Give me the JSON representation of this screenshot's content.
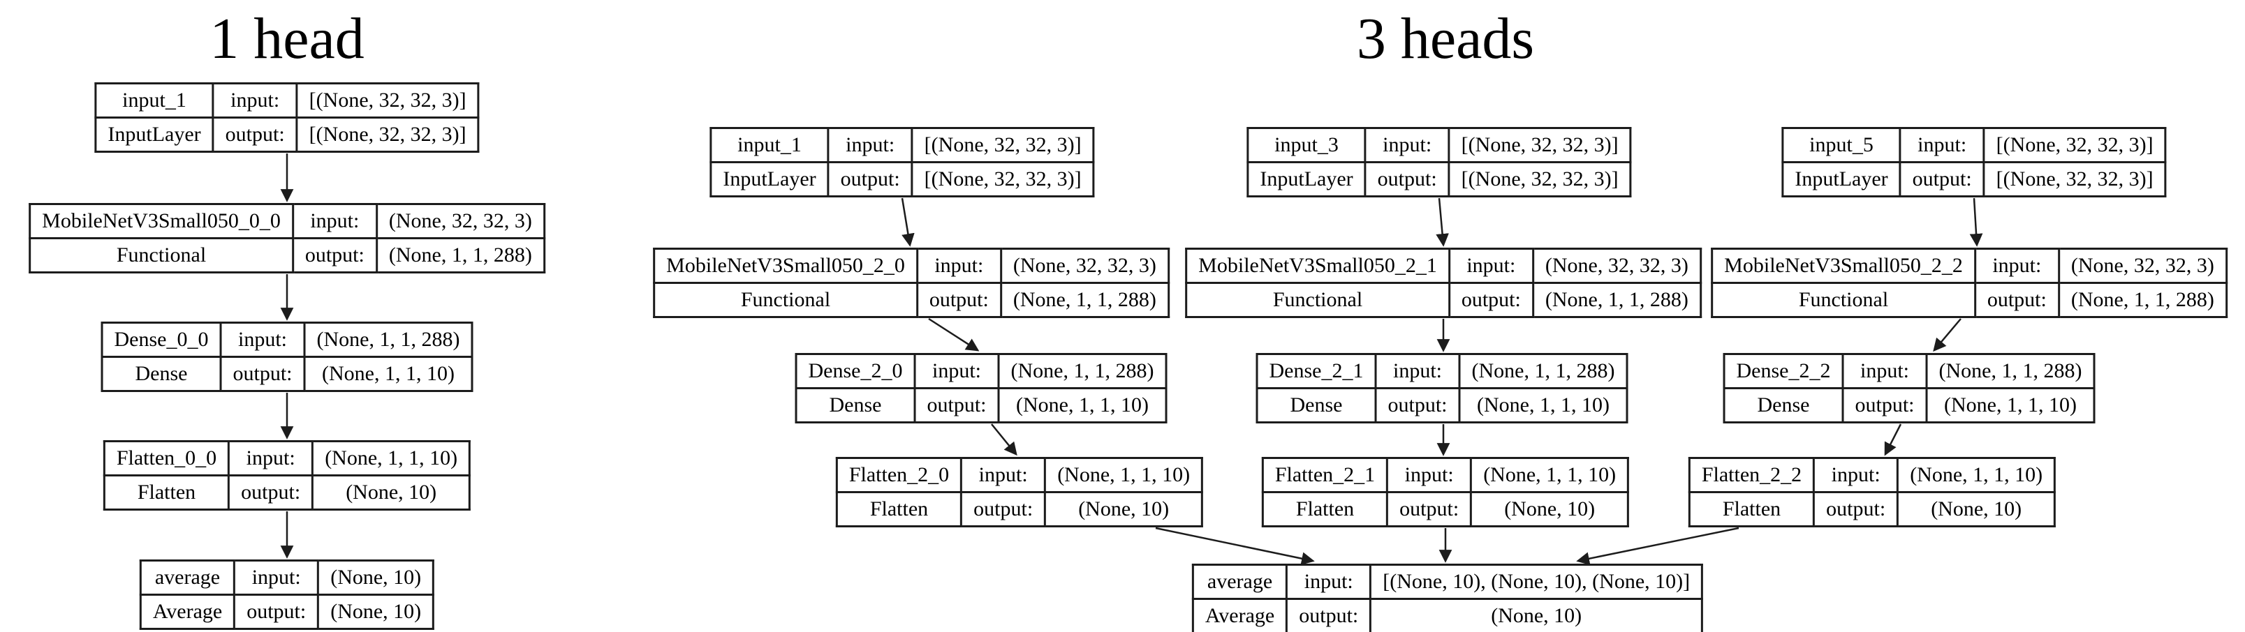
{
  "colors": {
    "background": "#ffffff",
    "border": "#1c1c1c",
    "text": "#000000"
  },
  "labels": {
    "input": "input:",
    "output": "output:"
  },
  "one_head": {
    "title": "1 head",
    "nodes": {
      "input": {
        "name": "input_1",
        "type": "InputLayer",
        "in": "[(None, 32, 32, 3)]",
        "out": "[(None, 32, 32, 3)]"
      },
      "backbone": {
        "name": "MobileNetV3Small050_0_0",
        "type": "Functional",
        "in": "(None, 32, 32, 3)",
        "out": "(None, 1, 1, 288)"
      },
      "dense": {
        "name": "Dense_0_0",
        "type": "Dense",
        "in": "(None, 1, 1, 288)",
        "out": "(None, 1, 1, 10)"
      },
      "flatten": {
        "name": "Flatten_0_0",
        "type": "Flatten",
        "in": "(None, 1, 1, 10)",
        "out": "(None, 10)"
      },
      "average": {
        "name": "average",
        "type": "Average",
        "in": "(None, 10)",
        "out": "(None, 10)"
      }
    },
    "edges": [
      [
        "input_1",
        "MobileNetV3Small050_0_0"
      ],
      [
        "MobileNetV3Small050_0_0",
        "Dense_0_0"
      ],
      [
        "Dense_0_0",
        "Flatten_0_0"
      ],
      [
        "Flatten_0_0",
        "average"
      ]
    ]
  },
  "three_heads": {
    "title": "3 heads",
    "heads": [
      {
        "input": {
          "name": "input_1",
          "type": "InputLayer",
          "in": "[(None, 32, 32, 3)]",
          "out": "[(None, 32, 32, 3)]"
        },
        "backbone": {
          "name": "MobileNetV3Small050_2_0",
          "type": "Functional",
          "in": "(None, 32, 32, 3)",
          "out": "(None, 1, 1, 288)"
        },
        "dense": {
          "name": "Dense_2_0",
          "type": "Dense",
          "in": "(None, 1, 1, 288)",
          "out": "(None, 1, 1, 10)"
        },
        "flatten": {
          "name": "Flatten_2_0",
          "type": "Flatten",
          "in": "(None, 1, 1, 10)",
          "out": "(None, 10)"
        }
      },
      {
        "input": {
          "name": "input_3",
          "type": "InputLayer",
          "in": "[(None, 32, 32, 3)]",
          "out": "[(None, 32, 32, 3)]"
        },
        "backbone": {
          "name": "MobileNetV3Small050_2_1",
          "type": "Functional",
          "in": "(None, 32, 32, 3)",
          "out": "(None, 1, 1, 288)"
        },
        "dense": {
          "name": "Dense_2_1",
          "type": "Dense",
          "in": "(None, 1, 1, 288)",
          "out": "(None, 1, 1, 10)"
        },
        "flatten": {
          "name": "Flatten_2_1",
          "type": "Flatten",
          "in": "(None, 1, 1, 10)",
          "out": "(None, 10)"
        }
      },
      {
        "input": {
          "name": "input_5",
          "type": "InputLayer",
          "in": "[(None, 32, 32, 3)]",
          "out": "[(None, 32, 32, 3)]"
        },
        "backbone": {
          "name": "MobileNetV3Small050_2_2",
          "type": "Functional",
          "in": "(None, 32, 32, 3)",
          "out": "(None, 1, 1, 288)"
        },
        "dense": {
          "name": "Dense_2_2",
          "type": "Dense",
          "in": "(None, 1, 1, 288)",
          "out": "(None, 1, 1, 10)"
        },
        "flatten": {
          "name": "Flatten_2_2",
          "type": "Flatten",
          "in": "(None, 1, 1, 10)",
          "out": "(None, 10)"
        }
      }
    ],
    "average": {
      "name": "average",
      "type": "Average",
      "in": "[(None, 10), (None, 10), (None, 10)]",
      "out": "(None, 10)"
    },
    "edges": [
      [
        "input_1",
        "MobileNetV3Small050_2_0"
      ],
      [
        "MobileNetV3Small050_2_0",
        "Dense_2_0"
      ],
      [
        "Dense_2_0",
        "Flatten_2_0"
      ],
      [
        "Flatten_2_0",
        "average"
      ],
      [
        "input_3",
        "MobileNetV3Small050_2_1"
      ],
      [
        "MobileNetV3Small050_2_1",
        "Dense_2_1"
      ],
      [
        "Dense_2_1",
        "Flatten_2_1"
      ],
      [
        "Flatten_2_1",
        "average"
      ],
      [
        "input_5",
        "MobileNetV3Small050_2_2"
      ],
      [
        "MobileNetV3Small050_2_2",
        "Dense_2_2"
      ],
      [
        "Dense_2_2",
        "Flatten_2_2"
      ],
      [
        "Flatten_2_2",
        "average"
      ]
    ]
  }
}
